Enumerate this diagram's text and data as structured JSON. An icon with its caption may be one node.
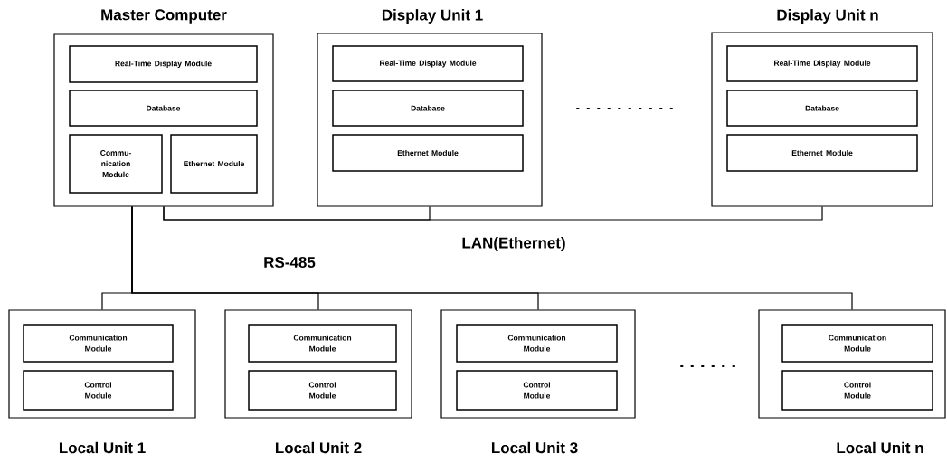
{
  "diagram": {
    "nodes": [
      {
        "text": [
          "Master Computer"
        ]
      },
      {
        "text": [
          "Real-Time Display Module"
        ],
        "in": 0
      },
      {
        "text": [
          "Database"
        ],
        "in": 0
      },
      {
        "text": [
          "Commu- nication Module"
        ],
        "in": 0
      },
      {
        "text": [
          "Ethernet Module"
        ],
        "in": 0
      },
      {
        "text": [
          "Display Unit 1"
        ]
      },
      {
        "text": [
          "Real-Time Display Module"
        ],
        "in": 5
      },
      {
        "text": [
          "Database"
        ],
        "in": 5
      },
      {
        "text": [
          "Ethernet Module"
        ],
        "in": 5
      },
      {
        "text": [
          "Display Unit n"
        ]
      },
      {
        "text": [
          "Real-Time Display Module"
        ],
        "in": 9
      },
      {
        "text": [
          "Database"
        ],
        "in": 9
      },
      {
        "text": [
          "Ethernet Module"
        ],
        "in": 9
      },
      {
        "text": [
          "Local Unit 1"
        ]
      },
      {
        "text": [
          "Communication Module"
        ],
        "in": 13
      },
      {
        "text": [
          "Control Module"
        ],
        "in": 13
      },
      {
        "text": [
          "Local Unit 2"
        ]
      },
      {
        "text": [
          "Communication Module"
        ],
        "in": 16
      },
      {
        "text": [
          "Control Module"
        ],
        "in": 16
      },
      {
        "text": [
          "Local Unit 3"
        ]
      },
      {
        "text": [
          "Communication Module"
        ],
        "in": 19
      },
      {
        "text": [
          "Control Module"
        ],
        "in": 19
      },
      {
        "text": [
          "Local Unit n"
        ]
      },
      {
        "text": [
          "Communication Module"
        ],
        "in": 22
      },
      {
        "text": [
          "Control Module"
        ],
        "in": 22
      }
    ],
    "edges": [
      {
        "from": 0,
        "to": 5,
        "arrow": "none"
      },
      {
        "from": 0,
        "to": 9,
        "arrow": "none"
      },
      {
        "from": 0,
        "to": 13,
        "arrow": "none"
      },
      {
        "from": 0,
        "to": 16,
        "arrow": "none"
      },
      {
        "from": 0,
        "to": 19,
        "arrow": "none"
      },
      {
        "from": 0,
        "to": 22,
        "arrow": "none"
      }
    ],
    "labels": [
      "LAN(Ethernet)",
      "RS-485"
    ]
  }
}
